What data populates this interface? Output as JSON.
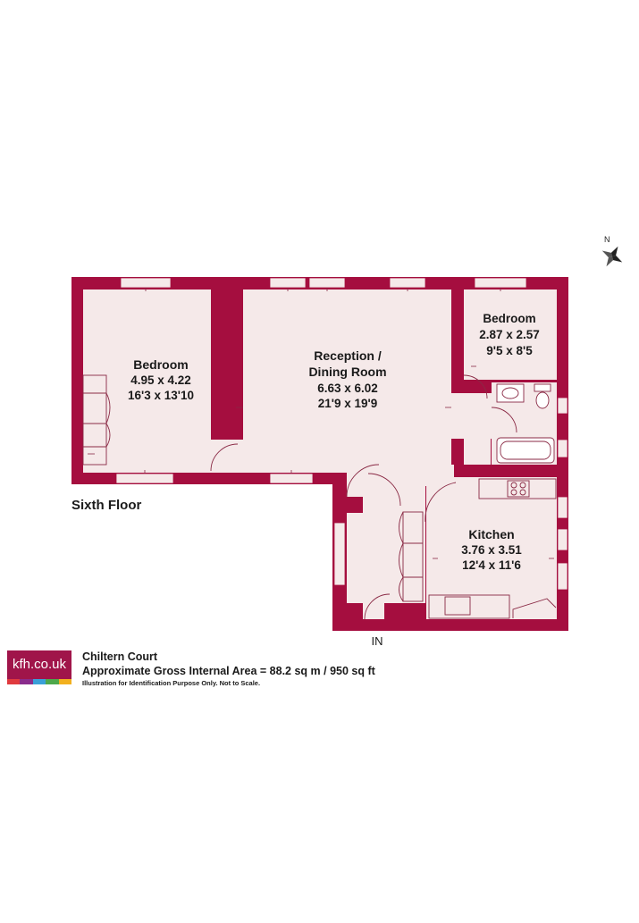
{
  "floor": {
    "label": "Sixth Floor"
  },
  "rooms": [
    {
      "id": "bedroom-1",
      "name": "Bedroom",
      "metric": "4.95 x 4.22",
      "imperial": "16'3 x 13'10"
    },
    {
      "id": "reception",
      "name": "Reception /",
      "name2": "Dining Room",
      "metric": "6.63 x 6.02",
      "imperial": "21'9 x 19'9"
    },
    {
      "id": "bedroom-2",
      "name": "Bedroom",
      "metric": "2.87 x 2.57",
      "imperial": "9'5 x 8'5"
    },
    {
      "id": "kitchen",
      "name": "Kitchen",
      "metric": "3.76 x 3.51",
      "imperial": "12'4 x 11'6"
    }
  ],
  "entrance": {
    "label": "IN"
  },
  "compass": {
    "label": "N"
  },
  "footer": {
    "logo_text": "kfh.co.uk",
    "logo_colors": [
      "#e03a3e",
      "#8a2c8c",
      "#3aa0d8",
      "#4ea84b",
      "#f2b01e"
    ],
    "property_name": "Chiltern Court",
    "area_text": "Approximate Gross Internal Area = 88.2 sq m / 950 sq ft",
    "disclaimer": "Illustration for Identification Purpose Only. Not to Scale."
  },
  "colors": {
    "wall": "#a50e3f",
    "floor_fill": "#f5e9e9",
    "fixture_stroke": "#8a2a45"
  }
}
